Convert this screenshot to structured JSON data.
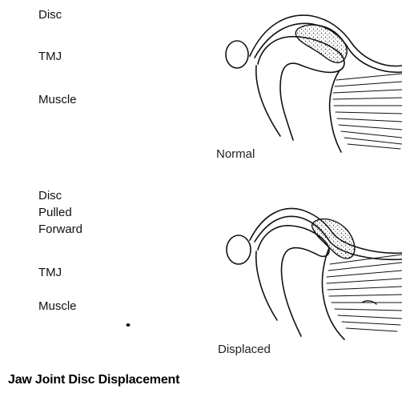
{
  "panels": {
    "normal": {
      "labels": {
        "disc": "Disc",
        "tmj": "TMJ",
        "muscle": "Muscle"
      },
      "caption": "Normal"
    },
    "displaced": {
      "labels": {
        "disc": "Disc\nPulled\nForward",
        "tmj": "TMJ",
        "muscle": "Muscle"
      },
      "caption": "Displaced"
    }
  },
  "title": "Jaw Joint Disc Displacement"
}
